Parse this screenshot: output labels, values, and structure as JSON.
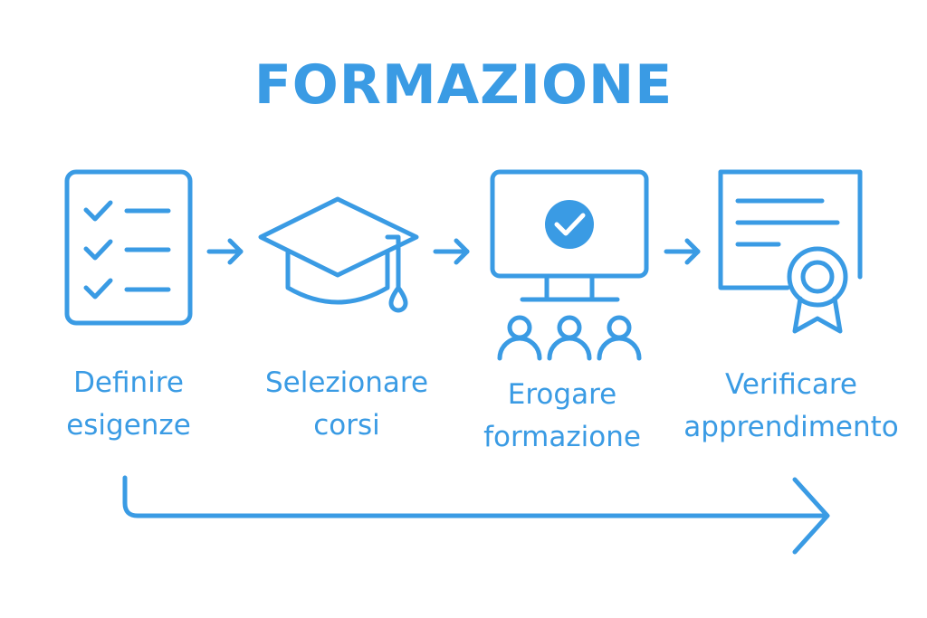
{
  "title": "FORMAZIONE",
  "colors": {
    "primary": "#3a9be4",
    "background": "#ffffff"
  },
  "steps": [
    {
      "icon": "checklist-icon",
      "line1": "Definire",
      "line2": "esigenze"
    },
    {
      "icon": "graduation-cap-icon",
      "line1": "Selezionare",
      "line2": "corsi"
    },
    {
      "icon": "monitor-audience-icon",
      "line1": "Erogare",
      "line2": "formazione"
    },
    {
      "icon": "certificate-icon",
      "line1": "Verificare",
      "line2": "apprendimento"
    }
  ]
}
